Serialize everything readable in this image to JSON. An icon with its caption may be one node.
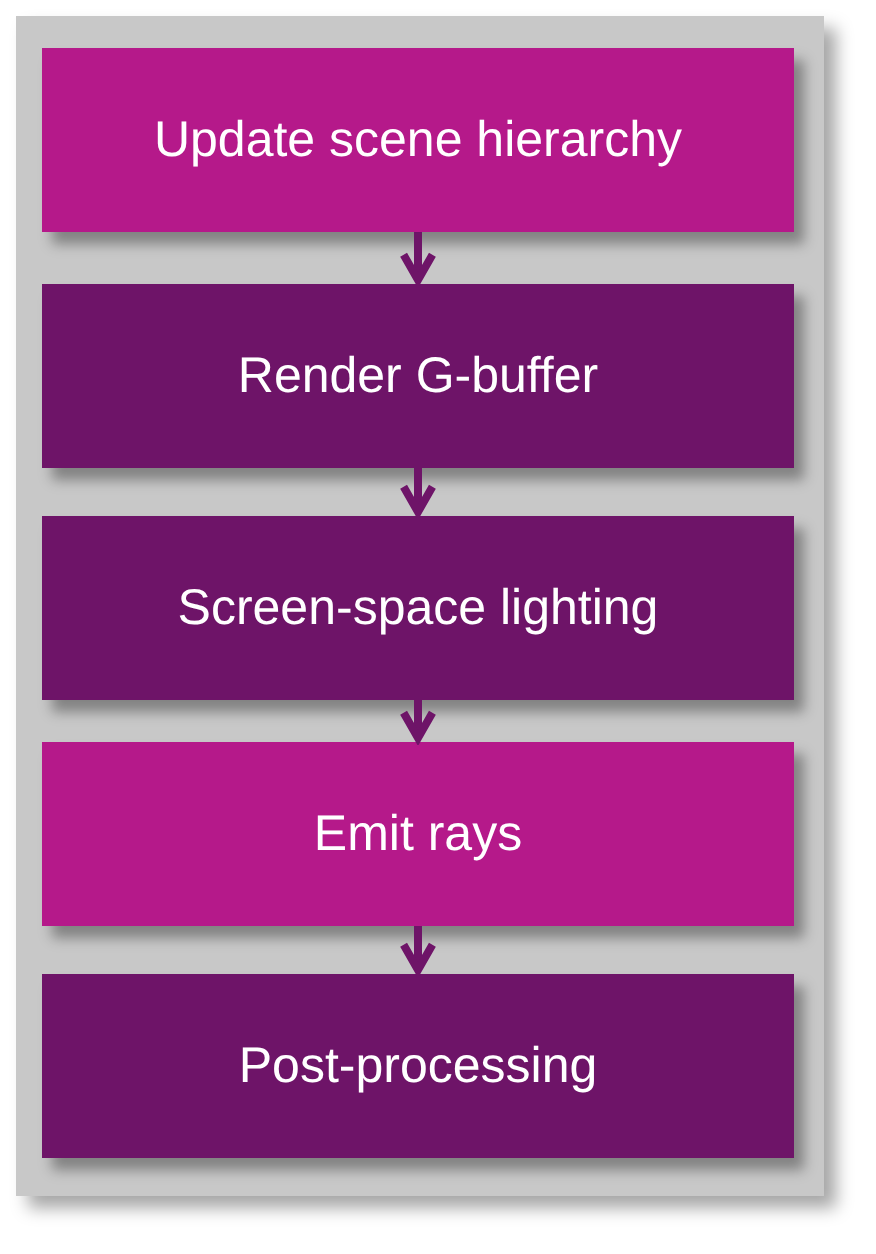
{
  "diagram": {
    "nodes": [
      {
        "text": [
          "Update scene hierarchy"
        ]
      },
      {
        "text": [
          "Render G-buffer"
        ]
      },
      {
        "text": [
          "Screen-space lighting"
        ]
      },
      {
        "text": [
          "Emit rays"
        ]
      },
      {
        "text": [
          "Post-processing"
        ]
      }
    ],
    "edges": [
      {
        "from": 0,
        "to": 1,
        "arrow": "to"
      },
      {
        "from": 1,
        "to": 2,
        "arrow": "to"
      },
      {
        "from": 2,
        "to": 3,
        "arrow": "to"
      },
      {
        "from": 3,
        "to": 4,
        "arrow": "to"
      }
    ]
  }
}
